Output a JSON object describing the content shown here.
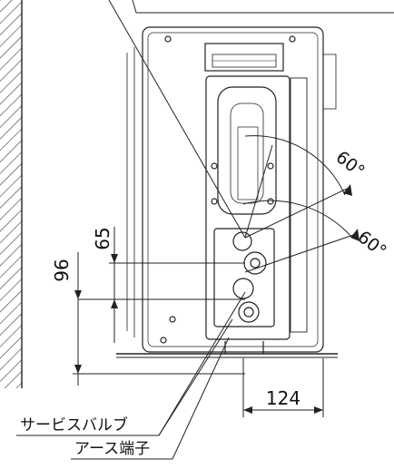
{
  "dimensions": {
    "d65": "65",
    "d96": "96",
    "d124": "124"
  },
  "angles": {
    "upper": "60°",
    "lower": "60°"
  },
  "callouts": {
    "service_valve": "サービスバルブ",
    "earth_terminal": "アース端子"
  }
}
